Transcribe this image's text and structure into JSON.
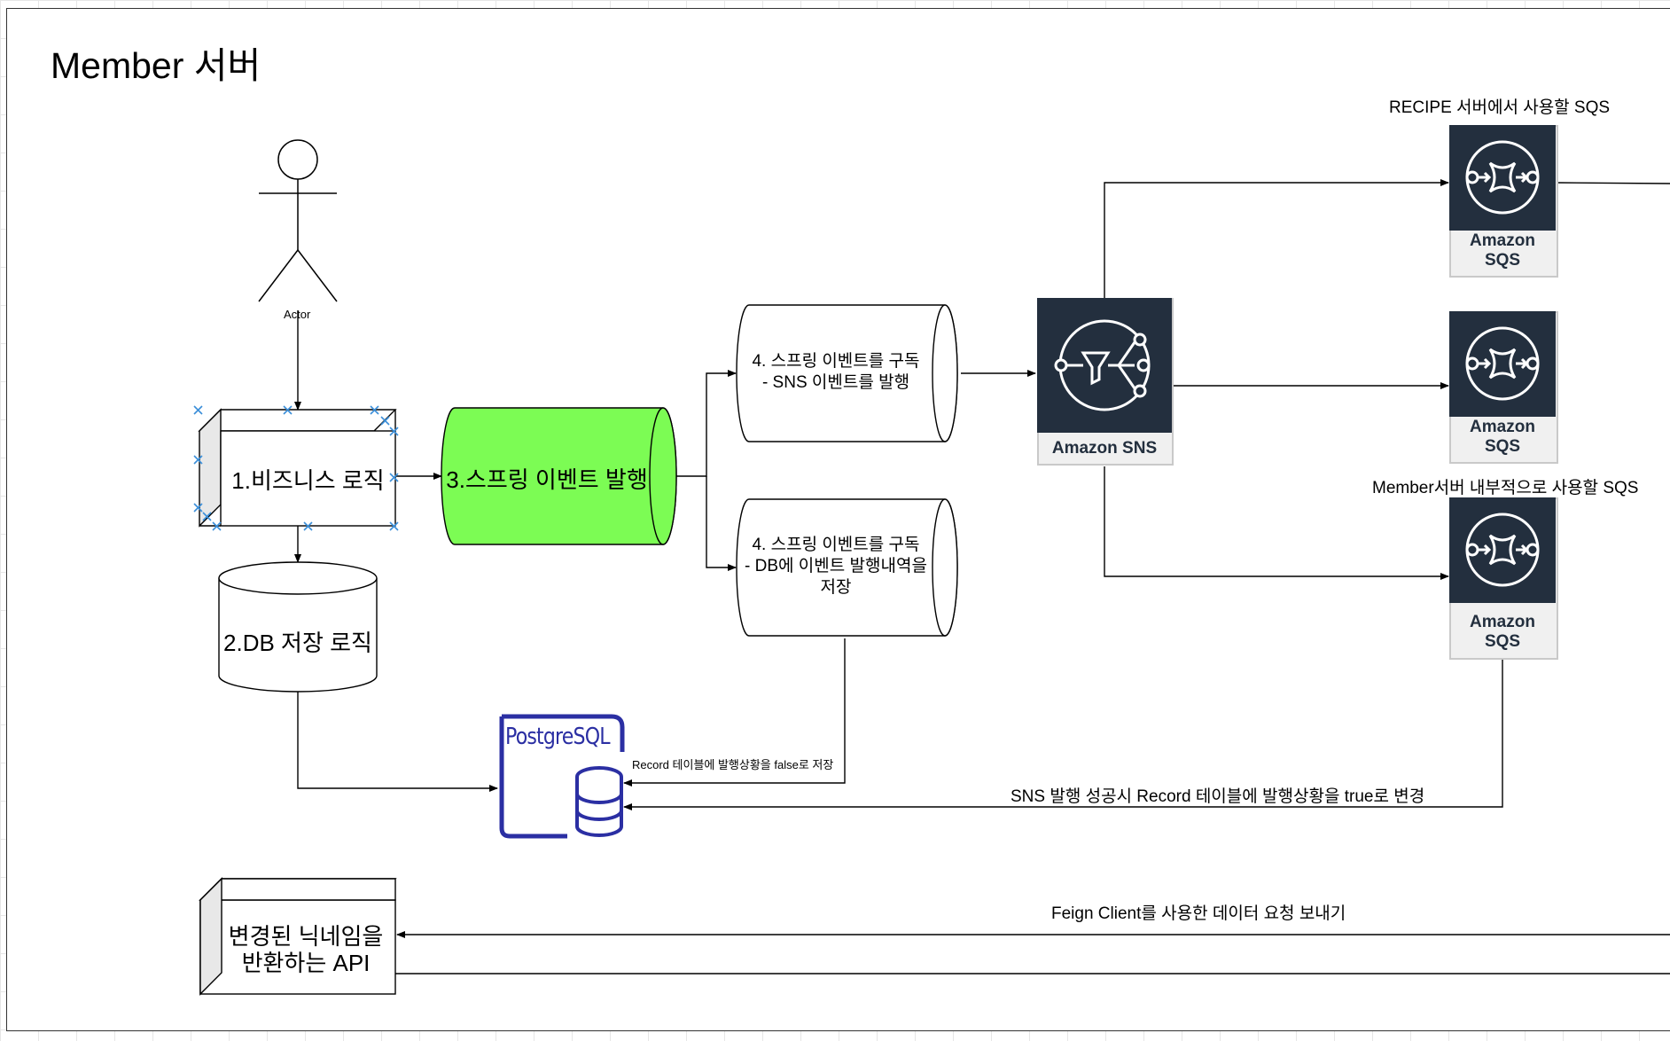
{
  "diagram": {
    "title": "Member 서버",
    "actor": {
      "label": "Actor"
    },
    "business_logic": {
      "label": "1.비즈니스 로직"
    },
    "db_logic": {
      "label": "2.DB 저장 로직"
    },
    "spring_event": {
      "label": "3.스프링 이벤트 발행",
      "fill": "#7cfc54"
    },
    "subscriber_sns": {
      "label": "4. 스프링 이벤트를 구독\n- SNS 이벤트를 발행"
    },
    "subscriber_db": {
      "label": "4. 스프링 이벤트를 구독\n- DB에 이벤트 발행내역을\n저장"
    },
    "postgres": {
      "logo_text": "PostgreSQL",
      "color": "#2b2fa3"
    },
    "sns": {
      "label": "Amazon SNS",
      "icon": "amazon-sns-icon"
    },
    "sqs_recipe": {
      "caption": "RECIPE 서버에서 사용할 SQS",
      "label_line1": "Amazon",
      "label_line2": "SQS",
      "icon": "amazon-sqs-icon"
    },
    "sqs_middle": {
      "label_line1": "Amazon",
      "label_line2": "SQS",
      "icon": "amazon-sqs-icon"
    },
    "sqs_member": {
      "caption": "Member서버 내부적으로 사용할 SQS",
      "label_line1": "Amazon",
      "label_line2": "SQS",
      "icon": "amazon-sqs-icon"
    },
    "edge_labels": {
      "record_false": "Record 테이블에 발행상황을 false로 저장",
      "record_true": "SNS 발행 성공시 Record 테이블에 발행상황을 true로 변경",
      "feign": "Feign Client를 사용한 데이터 요청 보내기"
    },
    "api_box": {
      "line1": "변경된 닉네임을",
      "line2": "반환하는 API"
    },
    "colors": {
      "aws_dark": "#232f3e",
      "accent_green": "#7cfc54",
      "postgres_blue": "#2b2fa3"
    }
  }
}
